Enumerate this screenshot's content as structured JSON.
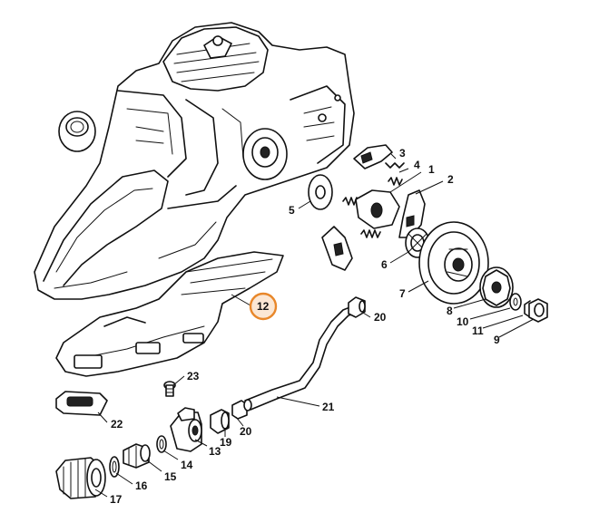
{
  "diagram": {
    "highlight_color": "#e8872a",
    "callouts": {
      "c1": "1",
      "c2": "2",
      "c3": "3",
      "c4": "4",
      "c5": "5",
      "c6": "6",
      "c7": "7",
      "c8": "8",
      "c9": "9",
      "c10": "10",
      "c11": "11",
      "c12": "12",
      "c13": "13",
      "c14": "14",
      "c15": "15",
      "c16": "16",
      "c17": "17",
      "c19": "19",
      "c20a": "20",
      "c20b": "20",
      "c21": "21",
      "c22": "22",
      "c23": "23"
    }
  }
}
